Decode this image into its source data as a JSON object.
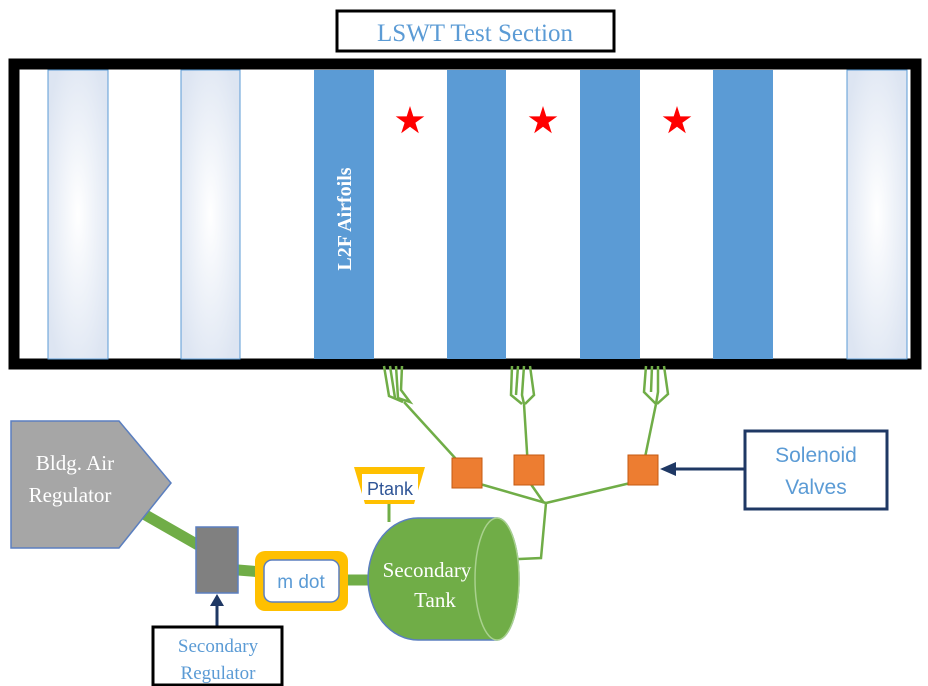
{
  "title": "LSWT Test Section",
  "airfoil_label": "L2F Airfoils",
  "bldg_regulator": {
    "line1": "Bldg. Air",
    "line2": "Regulator"
  },
  "secondary_regulator": {
    "line1": "Secondary",
    "line2": "Regulator"
  },
  "mdot_label": "m dot",
  "ptank_label": "Ptank",
  "secondary_tank": {
    "line1": "Secondary",
    "line2": "Tank"
  },
  "solenoid_valves": {
    "line1": "Solenoid",
    "line2": "Valves"
  },
  "colors": {
    "airfoil_blue": "#5b9bd5",
    "label_blue": "#5b9bd5",
    "star_red": "#ff0000",
    "valve_orange": "#ed7d31",
    "pipe_green": "#70ad47",
    "mdot_yellow": "#ffc000",
    "regulator_gray": "#a6a6a6",
    "dark_gray": "#808080",
    "navy_border": "#1f3864"
  }
}
